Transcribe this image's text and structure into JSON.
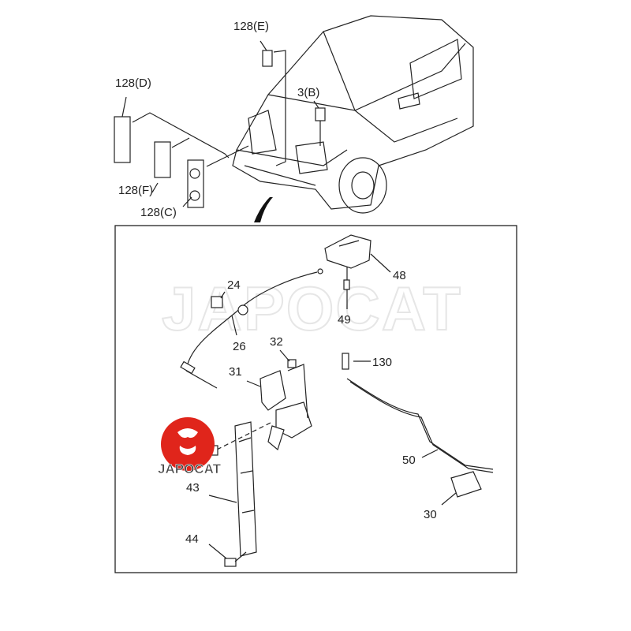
{
  "diagram": {
    "labels": {
      "p128e": "128(E)",
      "p128d": "128(D)",
      "p3b": "3(B)",
      "p128f": "128(F)",
      "p128c": "128(C)",
      "p24": "24",
      "p26": "26",
      "p48": "48",
      "p49": "49",
      "p32": "32",
      "p31": "31",
      "p130": "130",
      "p43": "43",
      "p50": "50",
      "p44": "44",
      "p30": "30"
    },
    "watermark": "JAPOCAT",
    "logo_text": "JAPOCAT",
    "logo_color": "#e0251b"
  }
}
